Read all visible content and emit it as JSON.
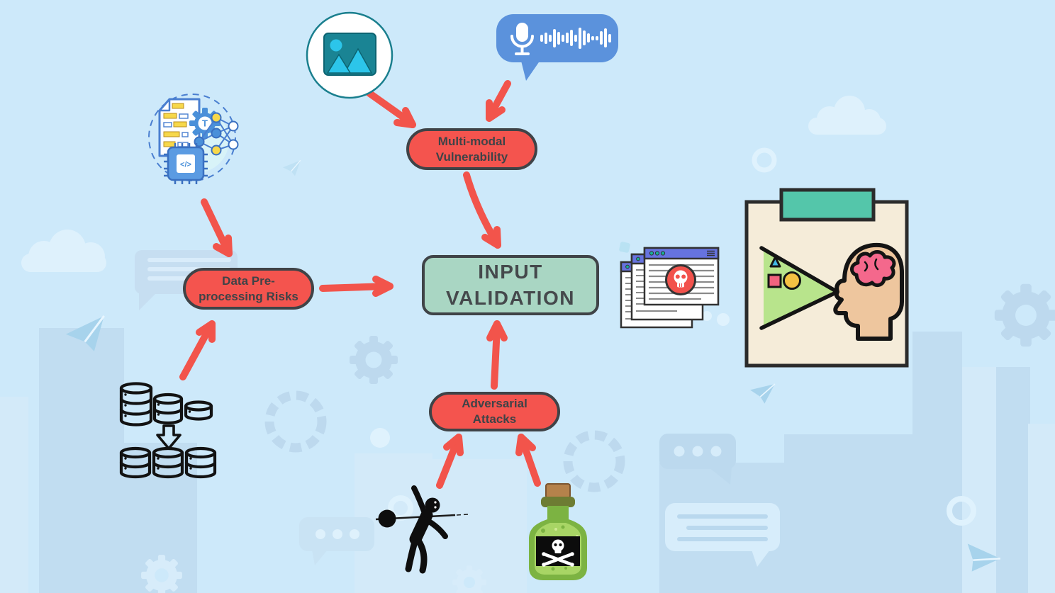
{
  "background": {
    "color": "#cde9fa",
    "decor_mid": "#bdd9ee",
    "decor_light": "#ddf0fc",
    "plane_blue": "#a7d3ec"
  },
  "flow": {
    "center_node": {
      "line1": "INPUT",
      "line2": "VALIDATION",
      "fill": "#a9d6c3",
      "border": "#3f4347"
    },
    "risk_nodes": [
      {
        "id": "multi-modal-vulnerability",
        "line1": "Multi-modal",
        "line2": "Vulnerability"
      },
      {
        "id": "data-preprocessing-risks",
        "line1": "Data Pre-",
        "line2": "processing Risks"
      },
      {
        "id": "adversarial-attacks",
        "line1": "Adversarial",
        "line2": "Attacks"
      }
    ],
    "node_fill": "#f4544e",
    "node_border": "#3f4347",
    "arrow_color": "#f2544b"
  },
  "icons": {
    "image": "picture-in-circle",
    "voice": "voice-message-bubble",
    "ai": "ai-text-processing",
    "databases": "database-consolidation",
    "attacker": "javelin-thrower-silhouette",
    "poison": "poison-bottle",
    "windows": "malicious-browser-windows",
    "perception": "visual-perception-clipboard"
  },
  "ai_icon": {
    "gear_letter": "T",
    "chip_code": "</>"
  },
  "palette": {
    "voice_bubble_blue": "#5b92dc",
    "image_teal": "#1a8494",
    "image_cyan": "#2cc5ea",
    "window_bar_purple": "#6673df",
    "window_dot_teal": "#18b098",
    "skull_badge_red": "#f2524c",
    "clipboard_cream": "#f5ecd9",
    "clip_teal": "#54c6aa",
    "cone_green": "#b8e48c",
    "head_tan": "#eec69e",
    "brain_pink": "#f4688c",
    "shape_blue": "#41b9e6",
    "shape_pink": "#f2637f",
    "shape_yellow": "#f5c243",
    "poison_green": "#7cb342",
    "poison_liquid": "#a8d565",
    "cork_brown": "#b5824b",
    "collar_olive": "#6d7c33"
  }
}
